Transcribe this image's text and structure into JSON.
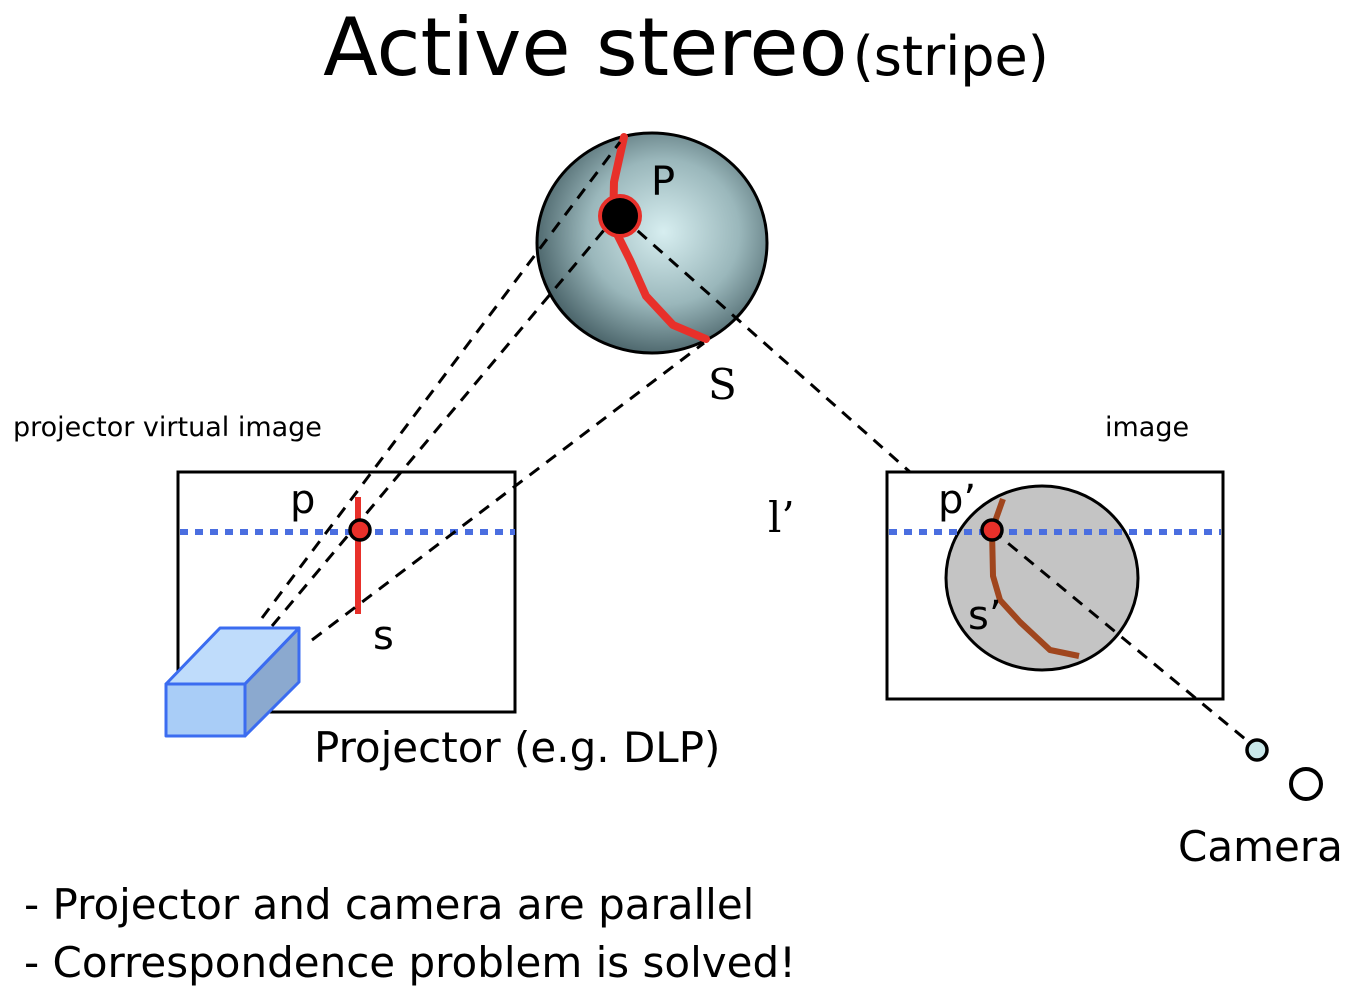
{
  "slide": {
    "title_main": "Active stereo",
    "title_sub": "(stripe)",
    "bullets": [
      "- Projector and camera are parallel",
      "- Correspondence problem is solved!"
    ]
  },
  "diagram": {
    "labels": {
      "point_3d": "P",
      "surface_stripe": "S",
      "projector_virtual_image": "projector virtual image",
      "camera_image": "image",
      "projector_point": "p",
      "projector_stripe": "s",
      "epipolar_line": "l’",
      "camera_point": "p’",
      "camera_stripe": "s’",
      "projector": "Projector (e.g. DLP)",
      "camera": "Camera"
    },
    "colors": {
      "stripe_red": "#e8302a",
      "stripe_brown": "#a0461e",
      "epipolar_blue": "#4a6ee0",
      "projector_blue": "#a9cdf7",
      "projector_edge": "#3b6cf0",
      "sphere_light": "#d7eef0",
      "sphere_dark": "#40595f",
      "image_disk": "#c4c4c4",
      "camera_lens": "#c9e8ea"
    }
  }
}
